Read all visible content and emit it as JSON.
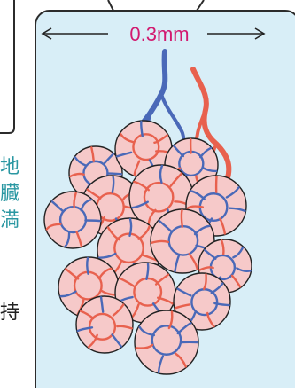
{
  "scale": {
    "label": "0.3mm"
  },
  "side_text": [
    {
      "char": "地",
      "tone": "teal"
    },
    {
      "char": "臓",
      "tone": "teal"
    },
    {
      "char": "満",
      "tone": "teal"
    },
    {
      "char": "持",
      "tone": "dark"
    }
  ],
  "colors": {
    "panel_bg": "#d8eef7",
    "panel_border": "#2b2b2b",
    "vein": "#4a69b8",
    "artery": "#e8614e",
    "alveolus_fill": "#f6c9c9",
    "alveolus_stroke": "#222222",
    "scale_text": "#d2196f"
  },
  "illustration": "alveoli-cluster"
}
